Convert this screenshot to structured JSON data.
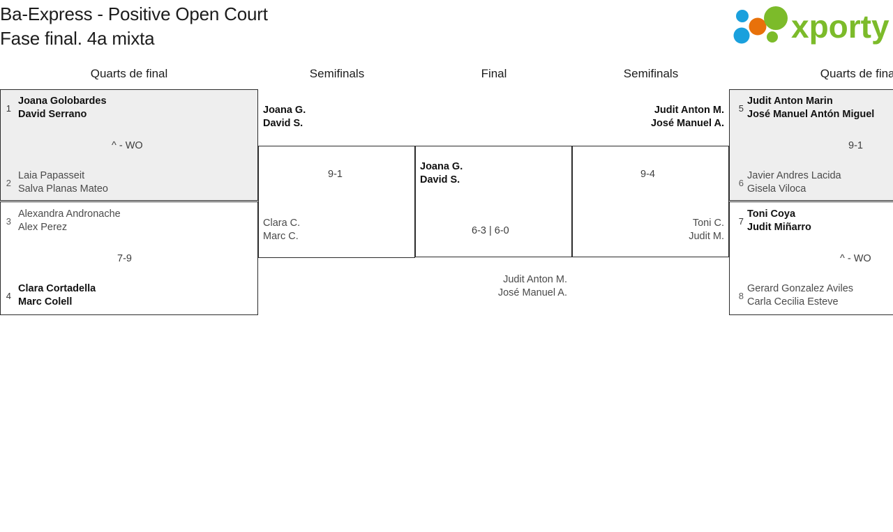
{
  "header": {
    "title_line1": "Ba-Express - Positive Open Court",
    "title_line2": "Fase final. 4a mixta",
    "logo_text": "xporty",
    "logo_colors": {
      "green": "#7cbb2a",
      "blue": "#1aa0dd",
      "orange": "#e8710a"
    }
  },
  "rounds": [
    {
      "label": "Quarts de final"
    },
    {
      "label": "Semifinals"
    },
    {
      "label": "Final"
    },
    {
      "label": "Semifinals"
    },
    {
      "label": "Quarts de final"
    }
  ],
  "bracket": {
    "left_quarterfinals": [
      {
        "score": "^ - WO",
        "top": {
          "seed": "1",
          "p1": "Joana Golobardes",
          "p2": "David Serrano",
          "winner": true
        },
        "bottom": {
          "seed": "2",
          "p1": "Laia Papasseit",
          "p2": "Salva Planas Mateo",
          "winner": false
        }
      },
      {
        "score": "7-9",
        "top": {
          "seed": "3",
          "p1": "Alexandra Andronache",
          "p2": "Alex Perez",
          "winner": false
        },
        "bottom": {
          "seed": "4",
          "p1": "Clara Cortadella",
          "p2": "Marc Colell",
          "winner": true
        }
      }
    ],
    "left_semifinal": {
      "score": "9-1",
      "top": {
        "p1": "Joana G.",
        "p2": "David S.",
        "winner": true
      },
      "bottom": {
        "p1": "Clara C.",
        "p2": "Marc C.",
        "winner": false
      }
    },
    "final": {
      "score": "6-3 | 6-0",
      "top": {
        "p1": "Joana G.",
        "p2": "David S.",
        "winner": true
      },
      "bottom": {
        "p1": "Judit Anton M.",
        "p2": "José Manuel A.",
        "winner": false
      }
    },
    "right_semifinal": {
      "score": "9-4",
      "top": {
        "p1": "Judit Anton M.",
        "p2": "José Manuel A.",
        "winner": true
      },
      "bottom": {
        "p1": "Toni C.",
        "p2": "Judit M.",
        "winner": false
      }
    },
    "right_quarterfinals": [
      {
        "score": "9-1",
        "top": {
          "seed": "5",
          "p1": "Judit Anton Marin",
          "p2": "José Manuel Antón Miguel",
          "winner": true
        },
        "bottom": {
          "seed": "6",
          "p1": "Javier Andres Lacida",
          "p2": "Gisela Viloca",
          "winner": false
        }
      },
      {
        "score": "^ - WO",
        "top": {
          "seed": "7",
          "p1": "Toni Coya",
          "p2": "Judit Miñarro",
          "winner": true
        },
        "bottom": {
          "seed": "8",
          "p1": "Gerard Gonzalez Aviles",
          "p2": "Carla Cecilia Esteve",
          "winner": false
        }
      }
    ]
  }
}
